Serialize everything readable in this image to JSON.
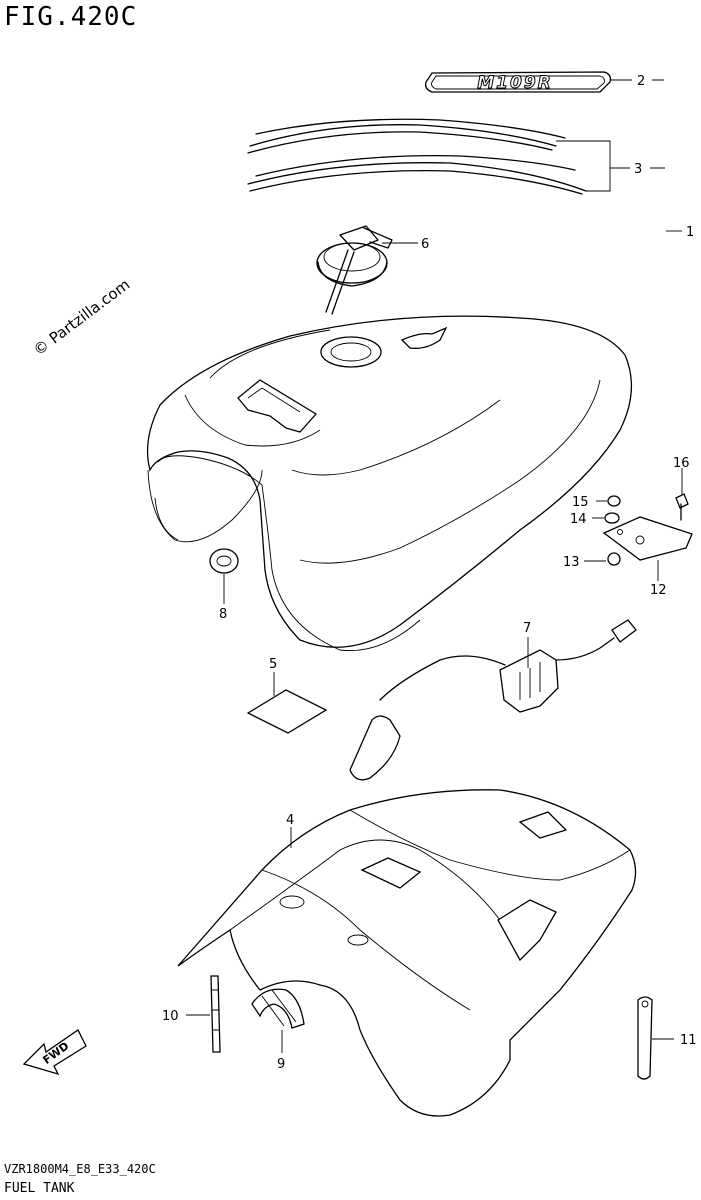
{
  "figure": {
    "title": "FIG.420C",
    "footer_code": "VZR1800M4_E8_E33_420C",
    "footer_name": "FUEL TANK",
    "watermark": "© Partzilla.com",
    "badge_text": "M109R",
    "fwd_text": "FWD"
  },
  "callouts": [
    {
      "id": "callout-1",
      "label": "1"
    },
    {
      "id": "callout-2",
      "label": "2"
    },
    {
      "id": "callout-3",
      "label": "3"
    },
    {
      "id": "callout-4",
      "label": "4"
    },
    {
      "id": "callout-5",
      "label": "5"
    },
    {
      "id": "callout-6",
      "label": "6"
    },
    {
      "id": "callout-7",
      "label": "7"
    },
    {
      "id": "callout-8",
      "label": "8"
    },
    {
      "id": "callout-9",
      "label": "9"
    },
    {
      "id": "callout-10",
      "label": "10"
    },
    {
      "id": "callout-11",
      "label": "11"
    },
    {
      "id": "callout-12",
      "label": "12"
    },
    {
      "id": "callout-13",
      "label": "13"
    },
    {
      "id": "callout-14",
      "label": "14"
    },
    {
      "id": "callout-15",
      "label": "15"
    },
    {
      "id": "callout-16",
      "label": "16"
    }
  ]
}
